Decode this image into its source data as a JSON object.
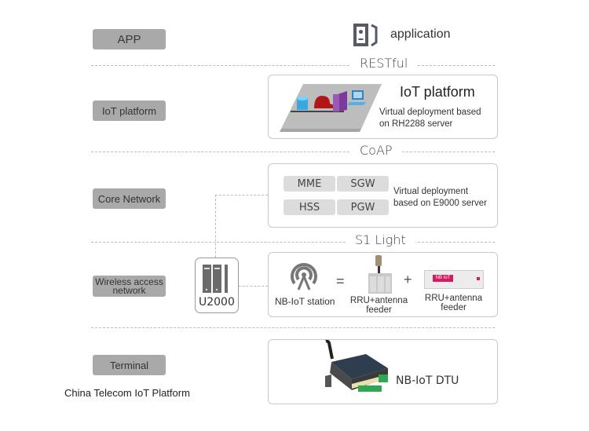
{
  "layers": [
    {
      "id": "app",
      "label": "APP"
    },
    {
      "id": "iot",
      "label": "IoT platform"
    },
    {
      "id": "core",
      "label": "Core Network"
    },
    {
      "id": "wireless",
      "label": "Wireless access network"
    },
    {
      "id": "terminal",
      "label": "Terminal"
    }
  ],
  "protocols": [
    "RESTful",
    "CoAP",
    "S1 Light"
  ],
  "application": {
    "label": "application",
    "icon": "application-icon"
  },
  "iot_platform": {
    "title": "IoT platform",
    "description_line1": "Virtual deployment based",
    "description_line2": "on RH2288 server",
    "icon": "server-cluster-icon"
  },
  "core_network": {
    "elements": [
      "MME",
      "SGW",
      "HSS",
      "PGW"
    ],
    "description_line1": "Virtual deployment",
    "description_line2": "based on E9000 server"
  },
  "management": {
    "label": "U2000",
    "icon": "server-rack-icon"
  },
  "wireless": {
    "station_label": "NB-IoT station",
    "equals": "=",
    "plus": "+",
    "rru1_line1": "RRU+antenna",
    "rru1_line2": "feeder",
    "rru2_line1": "RRU+antenna",
    "rru2_line2": "feeder",
    "rru2_badge": "NB IoT"
  },
  "terminal": {
    "device_label": "NB-IoT DTU"
  },
  "caption": "China Telecom IoT Platform",
  "colors": {
    "pill": "#a9a9a9",
    "chip": "#dcdcdc",
    "border": "#c8c8c8",
    "badge": "#d81b60"
  }
}
